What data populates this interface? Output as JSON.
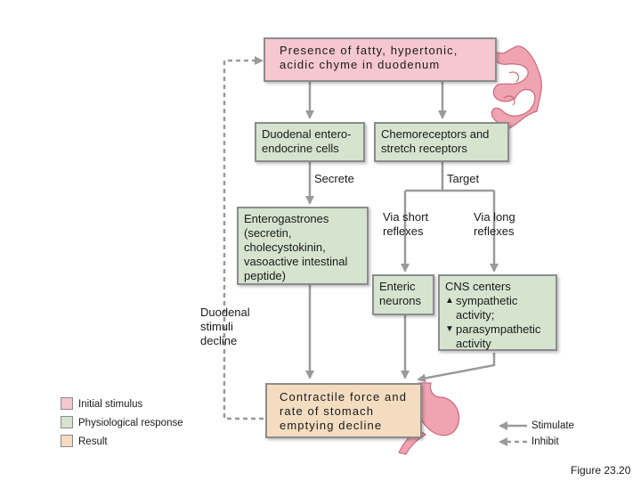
{
  "boxes": {
    "stimulus": "Presence of fatty, hypertonic,\nacidic chyme in duodenum",
    "enteroendocrine": "Duodenal entero-\nendocrine cells",
    "chemoreceptors": "Chemoreceptors and\nstretch receptors",
    "enterogastrones": "Enterogastrones\n(secretin,\ncholecystokinin,\nvasoactive intestinal\npeptide)",
    "enteric": "Enteric\nneurons",
    "cns_title": "CNS centers",
    "cns_line1": "sympathetic\nactivity;",
    "cns_line2": "parasympathetic\nactivity",
    "result": "Contractile force and\nrate of stomach\nemptying decline"
  },
  "labels": {
    "secrete": "Secrete",
    "target": "Target",
    "short_reflexes": "Via short\nreflexes",
    "long_reflexes": "Via long\nreflexes",
    "stimuli_decline": "Duodenal\nstimuli\ndecline",
    "figure": "Figure 23.20"
  },
  "legend": {
    "initial": "Initial stimulus",
    "physiological": "Physiological response",
    "result": "Result",
    "stimulate": "Stimulate",
    "inhibit": "Inhibit"
  },
  "colors": {
    "initial": "#f5c7cf",
    "physiological": "#d6e3cf",
    "result": "#f3dcc0",
    "arrow": "#9a9a9a"
  },
  "icons": [
    "intestine-icon",
    "stomach-icon",
    "up-arrow-icon",
    "down-arrow-icon"
  ]
}
